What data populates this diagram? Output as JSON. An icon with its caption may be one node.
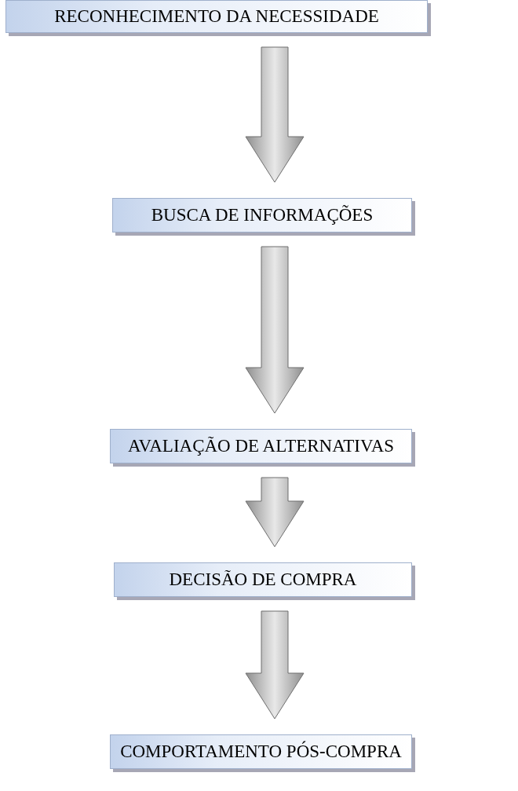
{
  "diagram": {
    "nodes": [
      {
        "text": [
          "RECONHECIMENTO DA NECESSIDADE"
        ]
      },
      {
        "text": [
          "BUSCA DE INFORMAÇÕES"
        ]
      },
      {
        "text": [
          "AVALIAÇÃO DE ALTERNATIVAS"
        ]
      },
      {
        "text": [
          "DECISÃO DE COMPRA"
        ]
      },
      {
        "text": [
          "COMPORTAMENTO PÓS-COMPRA"
        ]
      }
    ],
    "edges": [
      {
        "from": 0,
        "to": 1,
        "arrow": "to"
      },
      {
        "from": 1,
        "to": 2,
        "arrow": "to"
      },
      {
        "from": 2,
        "to": 3,
        "arrow": "to"
      },
      {
        "from": 3,
        "to": 4,
        "arrow": "to"
      }
    ]
  }
}
